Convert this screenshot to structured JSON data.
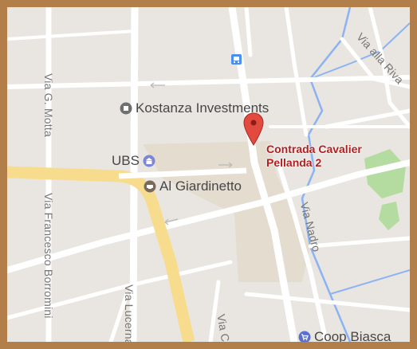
{
  "map": {
    "marker": {
      "label_line1": "Contrada Cavalier",
      "label_line2": "Pellanda 2",
      "color": "#e24a3f"
    },
    "pois": [
      {
        "id": "kostanza",
        "label": "Kostanza Investments",
        "icon": "square-poi-icon",
        "icon_color": "#6f6f6f"
      },
      {
        "id": "ubs",
        "label": "UBS",
        "icon": "bank-icon",
        "icon_color": "#7b87d6"
      },
      {
        "id": "giardinetto",
        "label": "Al Giardinetto",
        "icon": "restaurant-icon",
        "icon_color": "#7a6a5d"
      },
      {
        "id": "coop",
        "label": "Coop Biasca",
        "icon": "shopping-cart-icon",
        "icon_color": "#5b6fd1"
      }
    ],
    "streets": {
      "via_alla_riva": "Via alla Riva",
      "via_g_motta": "Via G. Motta",
      "via_francesco_borromini": "Via Francesco Borromini",
      "via_nadro": "Via Nadro",
      "via_lucerna": "Via Lucerna",
      "via_c": "Via C"
    },
    "transit_icon": "bus-stop-icon",
    "colors": {
      "background": "#e9e6e1",
      "road": "#ffffff",
      "major_road": "#f8dc8e",
      "river": "#8bb3f4",
      "park": "#b4dba0",
      "built_area": "#e4dccf",
      "frame": "#b27e49"
    }
  }
}
